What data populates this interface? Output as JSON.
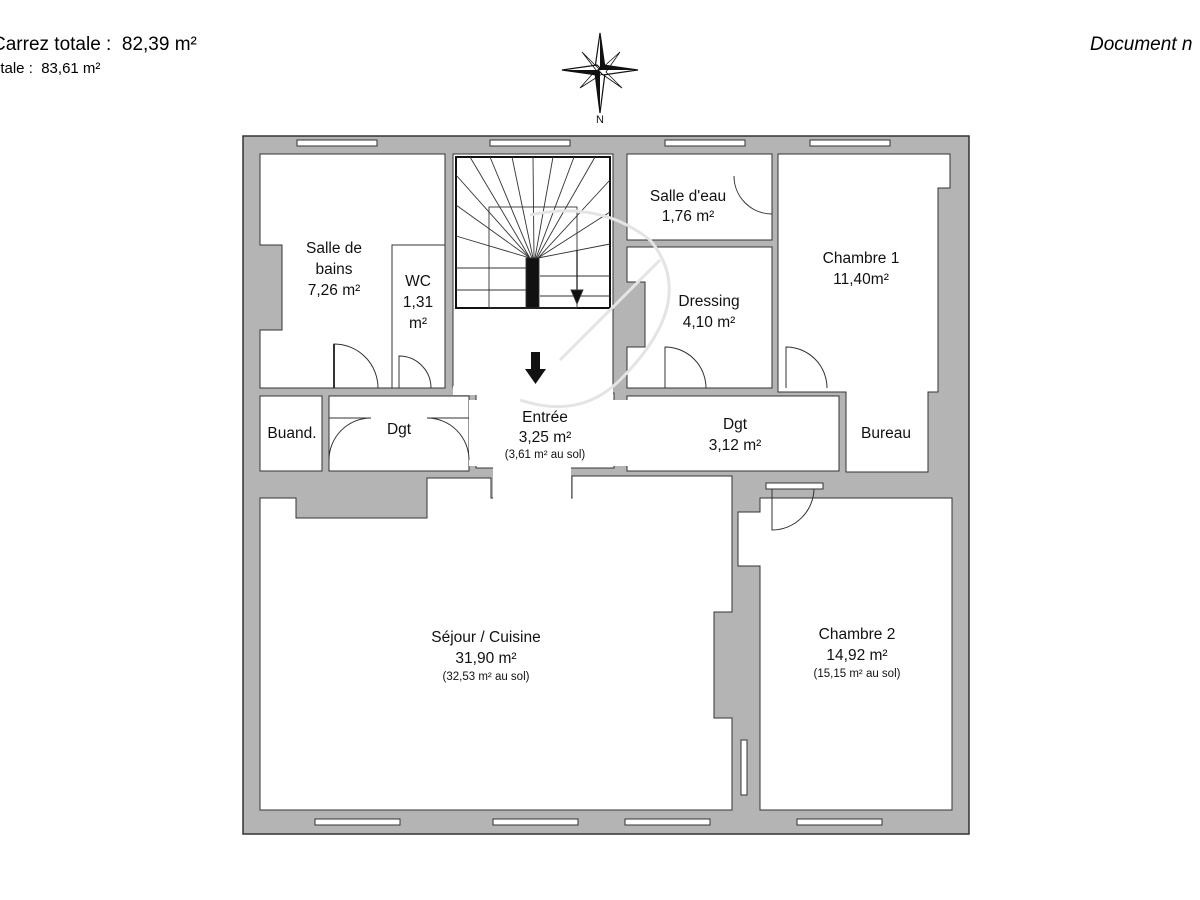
{
  "header": {
    "carrez_label": "Carrez totale :",
    "carrez_value": "82,39 m²",
    "totale_label": "otale :",
    "totale_value": "83,61 m²",
    "document_note": "Document n"
  },
  "compass": {
    "north_label": "N"
  },
  "rooms": {
    "salle_de_bains": {
      "line1": "Salle de",
      "line2": "bains",
      "area": "7,26 m²"
    },
    "wc": {
      "name": "WC",
      "area_value": "1,31",
      "area_unit": "m²"
    },
    "salle_deau": {
      "name": "Salle d'eau",
      "area": "1,76 m²"
    },
    "dressing": {
      "name": "Dressing",
      "area": "4,10 m²"
    },
    "chambre1": {
      "name": "Chambre 1",
      "area": "11,40m²"
    },
    "bureau": {
      "name": "Bureau"
    },
    "buanderie": {
      "name": "Buand."
    },
    "dgt_left": {
      "name": "Dgt"
    },
    "entree": {
      "name": "Entrée",
      "area": "3,25 m²",
      "floor_area": "(3,61 m² au sol)"
    },
    "dgt_right": {
      "name": "Dgt",
      "area": "3,12 m²"
    },
    "sejour": {
      "name": "Séjour / Cuisine",
      "area": "31,90 m²",
      "floor_area": "(32,53 m² au sol)"
    },
    "chambre2": {
      "name": "Chambre 2",
      "area": "14,92 m²",
      "floor_area": "(15,15 m² au sol)"
    }
  },
  "colors": {
    "wall": "#b4b4b4",
    "outline": "#333333",
    "room": "#ffffff"
  }
}
